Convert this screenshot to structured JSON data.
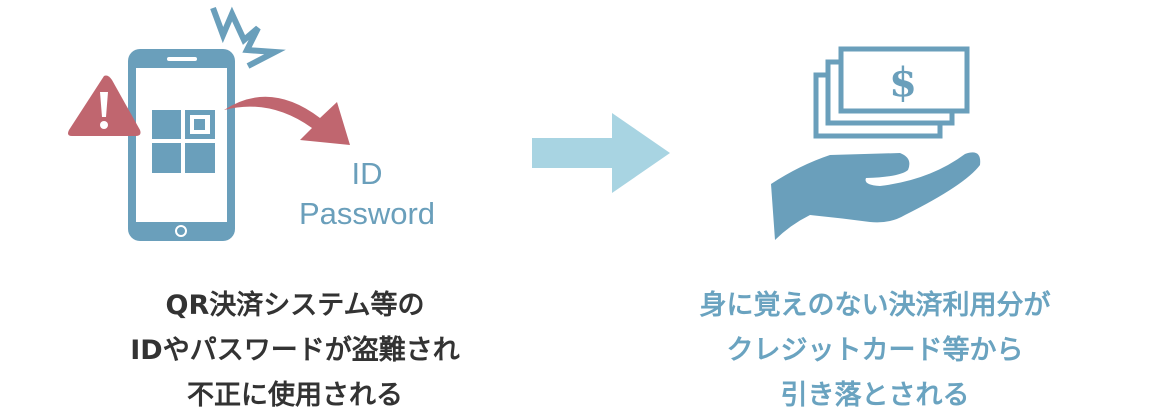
{
  "left": {
    "labels": {
      "id": "ID",
      "password": "Password"
    },
    "caption": [
      "QR決済システム等の",
      "IDやパスワードが盗難され",
      "不正に使用される"
    ]
  },
  "right": {
    "currency_symbol": "$",
    "caption": [
      "身に覚えのない決済利用分が",
      "クレジットカード等から",
      "引き落とされる"
    ]
  },
  "colors": {
    "primary_blue": "#6a9fbb",
    "alert_red": "#c0666f",
    "arrow_light_blue": "#a8d4e2",
    "right_text": "#6aa3c0"
  }
}
